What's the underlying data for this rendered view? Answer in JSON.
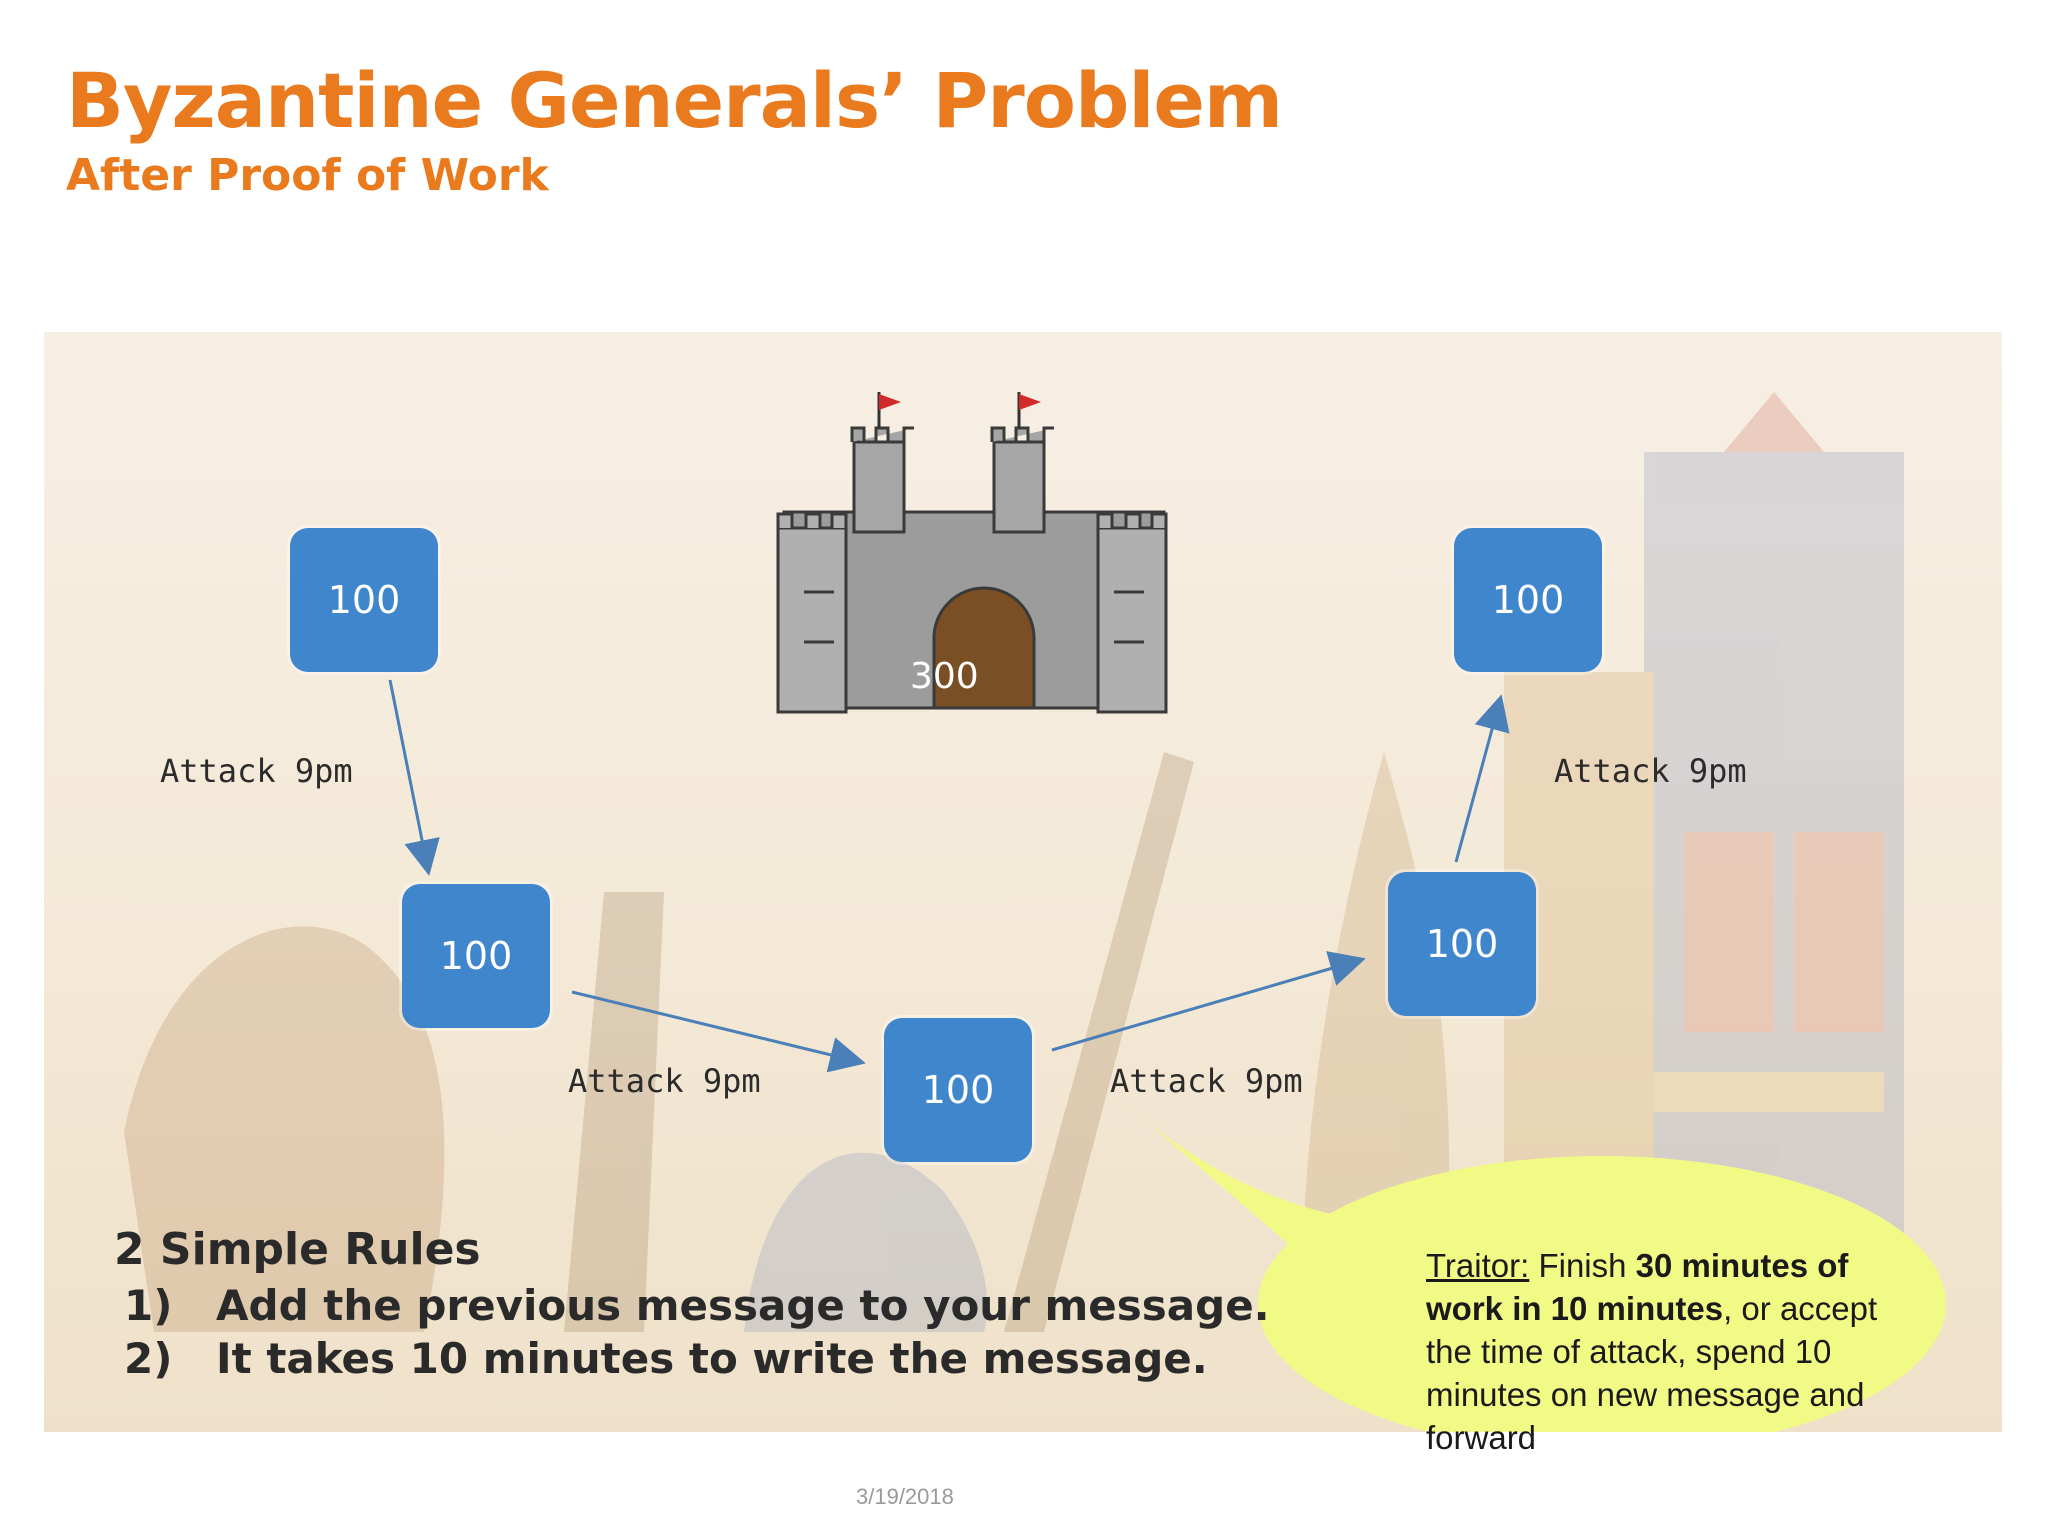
{
  "slide": {
    "title": "Byzantine Generals’ Problem",
    "subtitle": "After Proof of Work",
    "date": "3/19/2018"
  },
  "diagram": {
    "castle": {
      "label": "300",
      "icon": "castle-icon"
    },
    "nodes": [
      {
        "id": "general-1",
        "value": "100"
      },
      {
        "id": "general-2",
        "value": "100"
      },
      {
        "id": "general-3",
        "value": "100"
      },
      {
        "id": "general-4",
        "value": "100"
      },
      {
        "id": "general-5",
        "value": "100"
      }
    ],
    "messages": [
      {
        "from": "general-1",
        "to": "general-2",
        "text": "Attack 9pm"
      },
      {
        "from": "general-2",
        "to": "general-3",
        "text": "Attack 9pm"
      },
      {
        "from": "general-3",
        "to": "general-4",
        "text": "Attack 9pm"
      },
      {
        "from": "general-4",
        "to": "general-5",
        "text": "Attack 9pm"
      }
    ],
    "colors": {
      "node": "#3f86cc",
      "arrow": "#4a7fb8",
      "accent": "#ea7a1e",
      "bubble": "#f2fa86"
    }
  },
  "rules": {
    "heading": "2 Simple Rules",
    "items": [
      {
        "num": "1)",
        "text": "Add the previous message to your message."
      },
      {
        "num": "2)",
        "text": "It takes 10 minutes to write the message."
      }
    ]
  },
  "callout": {
    "label": "Traitor:",
    "text_1": " Finish ",
    "bold_1": "30 minutes of work in 10 minutes",
    "text_2": ", or accept the time of attack, spend 10 minutes on new message and forward"
  }
}
